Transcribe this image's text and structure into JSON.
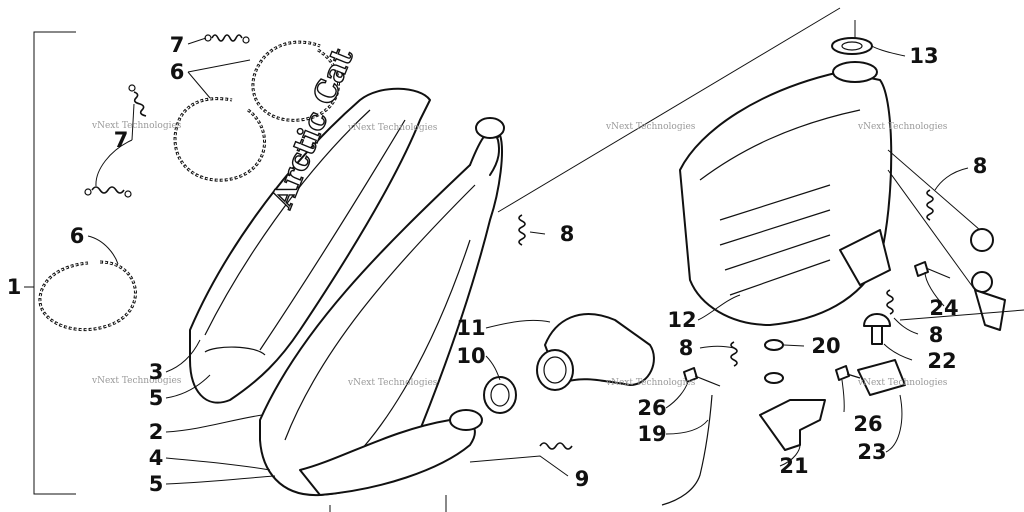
{
  "brand_text": "Arctic Cat",
  "watermark_text": "vNext Technologies",
  "callouts": [
    {
      "id": "c1",
      "label": "1"
    },
    {
      "id": "c7a",
      "label": "7"
    },
    {
      "id": "c6a",
      "label": "6"
    },
    {
      "id": "c7b",
      "label": "7"
    },
    {
      "id": "c6b",
      "label": "6"
    },
    {
      "id": "c3",
      "label": "3"
    },
    {
      "id": "c5a",
      "label": "5"
    },
    {
      "id": "c2",
      "label": "2"
    },
    {
      "id": "c4",
      "label": "4"
    },
    {
      "id": "c5b",
      "label": "5"
    },
    {
      "id": "c8a",
      "label": "8"
    },
    {
      "id": "c11",
      "label": "11"
    },
    {
      "id": "c10",
      "label": "10"
    },
    {
      "id": "c9",
      "label": "9"
    },
    {
      "id": "c13",
      "label": "13"
    },
    {
      "id": "c12",
      "label": "12"
    },
    {
      "id": "c8b",
      "label": "8"
    },
    {
      "id": "c20",
      "label": "20"
    },
    {
      "id": "c26a",
      "label": "26"
    },
    {
      "id": "c19",
      "label": "19"
    },
    {
      "id": "c21",
      "label": "21"
    },
    {
      "id": "c8c",
      "label": "8"
    },
    {
      "id": "c24",
      "label": "24"
    },
    {
      "id": "c8d",
      "label": "8"
    },
    {
      "id": "c22",
      "label": "22"
    },
    {
      "id": "c26b",
      "label": "26"
    },
    {
      "id": "c23",
      "label": "23"
    }
  ]
}
